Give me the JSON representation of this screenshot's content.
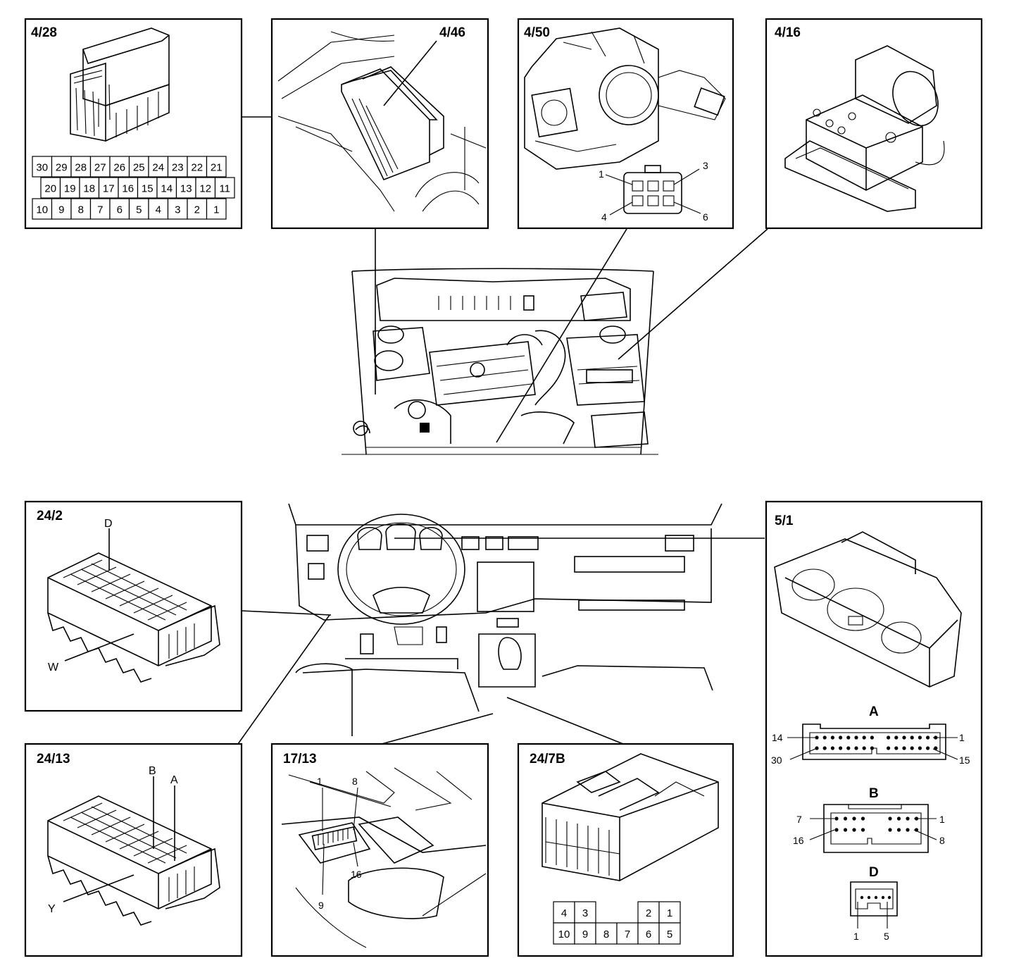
{
  "panels": {
    "p428": {
      "id": "4/28",
      "row1": [
        "30",
        "29",
        "28",
        "27",
        "26",
        "25",
        "24",
        "23",
        "22",
        "21"
      ],
      "row2": [
        "20",
        "19",
        "18",
        "17",
        "16",
        "15",
        "14",
        "13",
        "12",
        "11"
      ],
      "row3": [
        "10",
        "9",
        "8",
        "7",
        "6",
        "5",
        "4",
        "3",
        "2",
        "1"
      ]
    },
    "p446": {
      "id": "4/46"
    },
    "p450": {
      "id": "4/50",
      "pins": {
        "p1": "1",
        "p3": "3",
        "p4": "4",
        "p6": "6"
      }
    },
    "p416": {
      "id": "4/16"
    },
    "p242": {
      "id": "24/2",
      "labels": {
        "d": "D",
        "w": "W"
      }
    },
    "p2413": {
      "id": "24/13",
      "labels": {
        "b": "B",
        "a": "A",
        "y": "Y"
      }
    },
    "p1713": {
      "id": "17/13",
      "pins": {
        "p1": "1",
        "p8": "8",
        "p9": "9",
        "p16": "16"
      }
    },
    "p247b": {
      "id": "24/7B",
      "row1": [
        "4",
        "3",
        "",
        "",
        "2",
        "1"
      ],
      "row2": [
        "10",
        "9",
        "8",
        "7",
        "6",
        "5"
      ]
    },
    "p51": {
      "id": "5/1",
      "conn_a": {
        "label": "A",
        "p14": "14",
        "p1": "1",
        "p30": "30",
        "p15": "15"
      },
      "conn_b": {
        "label": "B",
        "p7": "7",
        "p1": "1",
        "p16": "16",
        "p8": "8"
      },
      "conn_d": {
        "label": "D",
        "p1": "1",
        "p5": "5"
      }
    }
  }
}
